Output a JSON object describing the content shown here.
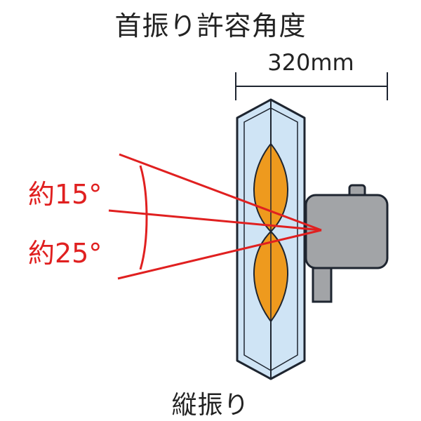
{
  "title": "首振り許容角度",
  "width_label": "320mm",
  "angle_upper": "約15°",
  "angle_lower": "約25°",
  "caption": "縦振り",
  "colors": {
    "angle_lines": "#e02020",
    "panel_fill": "#cfe4f5",
    "panel_edge": "#1e2530",
    "heater_element": "#ee9a1e",
    "bracket": "#a2a4a7"
  }
}
